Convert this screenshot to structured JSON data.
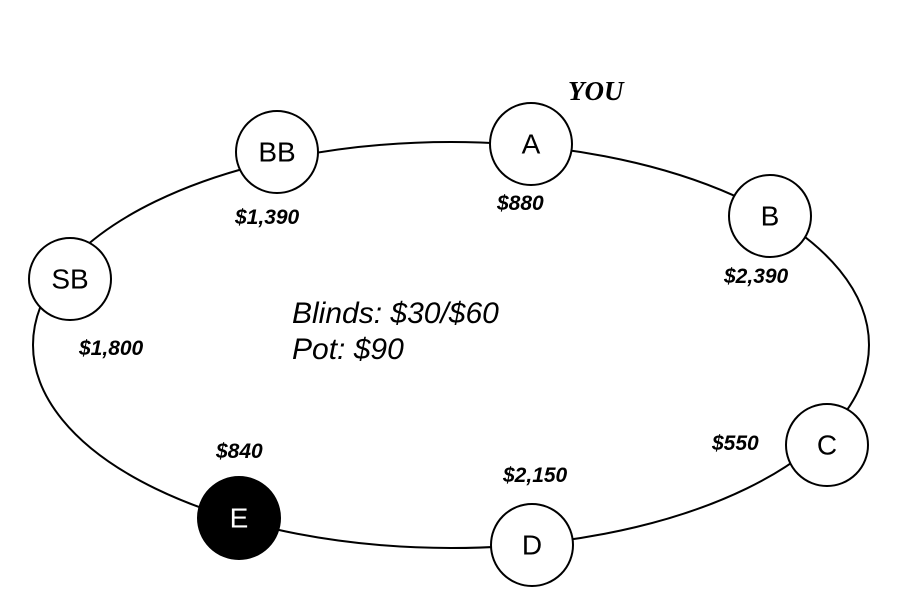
{
  "you_label": "YOU",
  "seats": [
    {
      "id": "bb",
      "label": "BB",
      "stack": "$1,390",
      "dealer": false
    },
    {
      "id": "a",
      "label": "A",
      "stack": "$880",
      "dealer": false
    },
    {
      "id": "b",
      "label": "B",
      "stack": "$2,390",
      "dealer": false
    },
    {
      "id": "sb",
      "label": "SB",
      "stack": "$1,800",
      "dealer": false
    },
    {
      "id": "c",
      "label": "C",
      "stack": "$550",
      "dealer": false
    },
    {
      "id": "d",
      "label": "D",
      "stack": "$2,150",
      "dealer": false
    },
    {
      "id": "e",
      "label": "E",
      "stack": "$840",
      "dealer": true
    }
  ],
  "table_info": {
    "blinds": "Blinds: $30/$60",
    "pot": "Pot: $90"
  },
  "colors": {
    "dealer_fill": "#000000",
    "seat_fill": "#ffffff",
    "line": "#000000"
  }
}
